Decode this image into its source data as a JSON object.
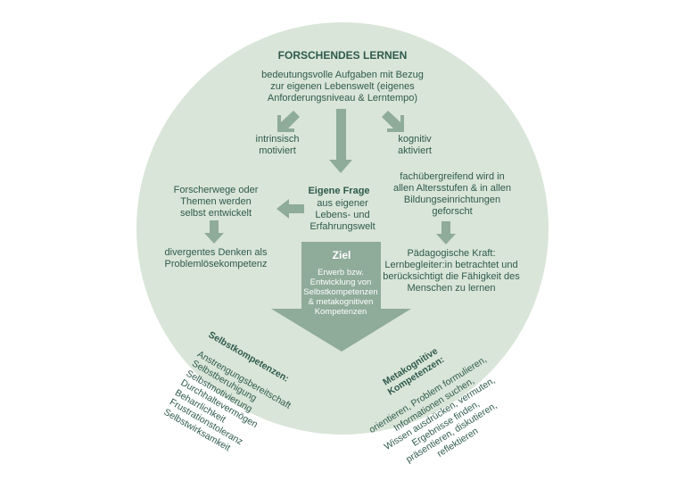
{
  "colors": {
    "circle": "#d9e5d8",
    "arrow": "#8fab9a",
    "text": "#2f5a4e",
    "ziel_text": "#ffffff"
  },
  "title": "FORSCHENDES LERNEN",
  "intro": "bedeutungsvolle Aufgaben mit Bezug\nzur eigenen Lebenswelt (eigenes\nAnforderungsniveau & Lerntempo)",
  "intrinsisch": "intrinsisch\nmotiviert",
  "kognitiv": "kognitiv\naktiviert",
  "eigene_frage_title": "Eigene Frage",
  "eigene_frage_body": "aus eigener\nLebens- und\nErfahrungswelt",
  "forscherwege": "Forscherwege oder\nThemen werden\nselbst entwickelt",
  "divergentes": "divergentes Denken als\nProblemlösekompetenz",
  "fachuebergreifend": "fachübergreifend wird in\nallen Altersstufen & in allen\nBildungseinrichtungen\ngeforscht",
  "paedagogische": "Pädagogische Kraft:\nLernbegleiter:in betrachtet und\nberücksichtigt die Fähigkeit des\nMenschen zu lernen",
  "ziel_title": "Ziel",
  "ziel_body": "Erwerb bzw.\nEntwicklung von\nSelbstkompetenzen\n& metakognitiven\nKompetenzen",
  "selbst_title": "Selbstkompetenzen:",
  "selbst_items": "Anstrengungsbereitschaft\nSelbstberuhigung\nSelbstmotivierung\nDurchhaltevermögen\nBeharrlichkeit\nFrustrationstoleranz\nSelbstwirksamkeit",
  "meta_title": "Metakognitive\nKompetenzen:",
  "meta_items": "orientieren, Problem formulieren,\nInformationen suchen,\nWissen ausdrücken, vermuten,\nErgebnisse finden,\npräsentieren, diskutieren,\nreflektieren"
}
